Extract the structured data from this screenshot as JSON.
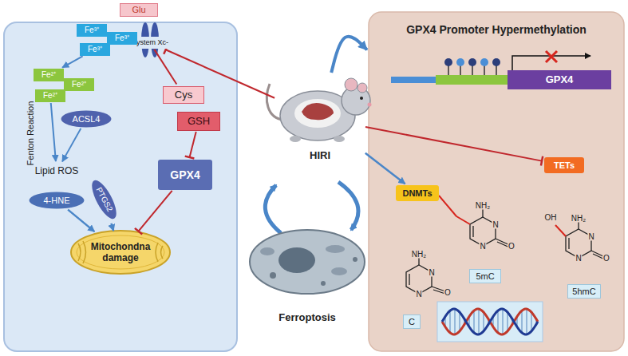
{
  "diagram": {
    "nodes": [
      {
        "text": [
          "Glu"
        ]
      },
      {
        "text": [
          "System Xc-"
        ]
      },
      {
        "text": [
          "Fe³⁺"
        ]
      },
      {
        "text": [
          "Fe³⁺"
        ]
      },
      {
        "text": [
          "Fe³⁺"
        ]
      },
      {
        "text": [
          "Fe²⁺"
        ]
      },
      {
        "text": [
          "Fe²⁺"
        ]
      },
      {
        "text": [
          "Fe²⁺"
        ]
      },
      {
        "text": [
          "ACSL4"
        ]
      },
      {
        "text": [
          "Lipid ROS"
        ]
      },
      {
        "text": [
          "4-HNE"
        ]
      },
      {
        "text": [
          "PTGS2"
        ]
      },
      {
        "text": [
          "Mitochondna damage"
        ]
      },
      {
        "text": [
          "Cys"
        ]
      },
      {
        "text": [
          "GSH"
        ]
      },
      {
        "text": [
          "GPX4"
        ]
      },
      {
        "text": [
          "HIRI"
        ]
      },
      {
        "text": [
          "Ferroptosis"
        ]
      },
      {
        "text": [
          "GPX4 Promoter Hypermethylation"
        ]
      },
      {
        "text": [
          "GPX4"
        ],
        "in": 18
      },
      {
        "text": [
          "DNMTs"
        ],
        "in": 18
      },
      {
        "text": [
          "TETs"
        ],
        "in": 18
      },
      {
        "text": [
          "C"
        ],
        "in": 18
      },
      {
        "text": [
          "5mC"
        ],
        "in": 18
      },
      {
        "text": [
          "5hmC"
        ],
        "in": 18
      }
    ],
    "edges": [
      {
        "from": 4,
        "to": 5,
        "arrow": "to"
      },
      {
        "from": 7,
        "to": 9,
        "label": "Fenton Reaction",
        "arrow": "to"
      },
      {
        "from": 8,
        "to": 9,
        "arrow": "to"
      },
      {
        "from": 10,
        "to": 12,
        "arrow": "to"
      },
      {
        "from": 11,
        "to": 12,
        "arrow": "to"
      },
      {
        "from": 1,
        "to": 13,
        "arrow": "none"
      },
      {
        "from": 14,
        "to": 15,
        "arrow": "to"
      },
      {
        "from": 15,
        "to": 12,
        "arrow": "to"
      },
      {
        "from": 16,
        "to": 1,
        "arrow": "to"
      },
      {
        "from": 16,
        "to": 18,
        "arrow": "to"
      },
      {
        "from": 16,
        "to": 20,
        "arrow": "to"
      },
      {
        "from": 16,
        "to": 21,
        "arrow": "to"
      }
    ],
    "labels": [
      "NH₂",
      "N",
      "O",
      "N",
      "NH₂",
      "N",
      "O",
      "N",
      "OH",
      "NH₂",
      "N",
      "O",
      "N"
    ]
  }
}
